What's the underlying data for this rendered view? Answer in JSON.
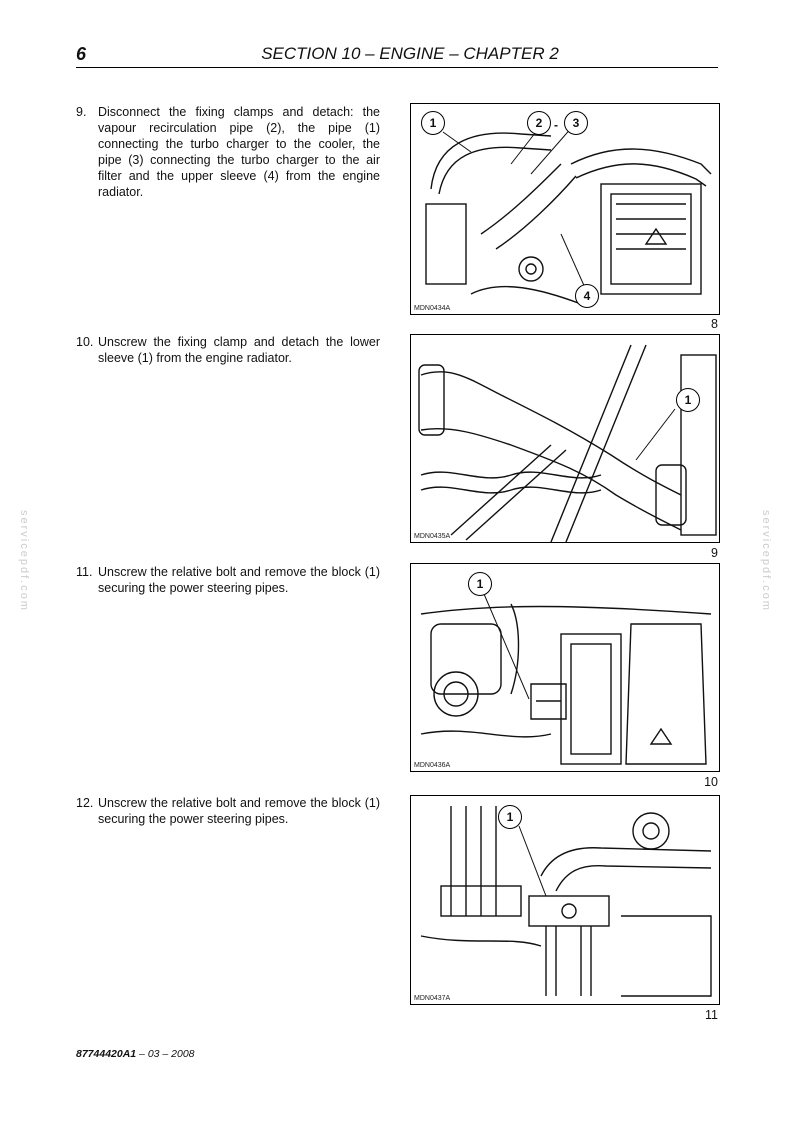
{
  "header": {
    "page_number": "6",
    "title": "SECTION 10 – ENGINE – CHAPTER 2"
  },
  "steps": [
    {
      "num": "9.",
      "text": "Disconnect the fixing clamps and detach: the vapour recirculation pipe (2), the pipe (1) connecting the turbo charger to the cooler, the pipe (3) connecting the turbo charger to the air filter and the upper sleeve (4) from the engine radiator."
    },
    {
      "num": "10.",
      "text": "Unscrew the fixing clamp and detach the lower sleeve (1) from the engine radiator."
    },
    {
      "num": "11.",
      "text": "Unscrew the relative bolt and remove the block (1) securing the power steering pipes."
    },
    {
      "num": "12.",
      "text": "Unscrew the relative bolt and remove the block (1) securing the power steering pipes."
    }
  ],
  "figures": [
    {
      "code": "MDN0434A",
      "number": "8",
      "callouts": [
        "1",
        "2",
        "3",
        "4"
      ]
    },
    {
      "code": "MDN0435A",
      "number": "9",
      "callouts": [
        "1"
      ]
    },
    {
      "code": "MDN0436A",
      "number": "10",
      "callouts": [
        "1"
      ]
    },
    {
      "code": "MDN0437A",
      "number": "11",
      "callouts": [
        "1"
      ]
    }
  ],
  "watermark": "servicepdf.com",
  "footer": {
    "doc_number": "87744420A1",
    "date": " – 03 – 2008"
  }
}
